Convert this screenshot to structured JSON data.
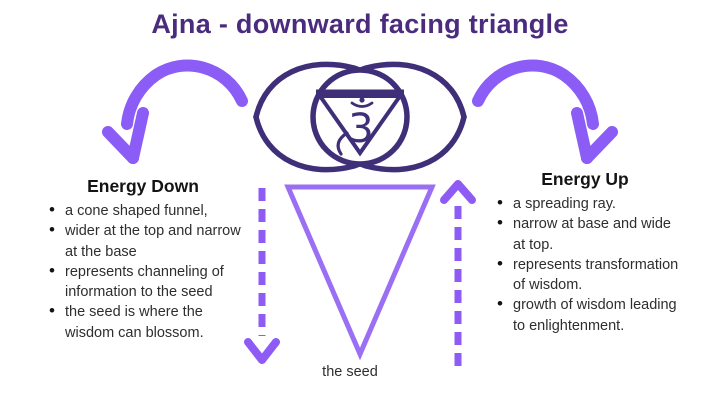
{
  "title": "Ajna - downward facing triangle",
  "colors": {
    "title_purple": "#4b2b7e",
    "symbol_indigo": "#3f2e78",
    "arrow_purple": "#8b5cf6",
    "dashed_purple": "#8e5cf4",
    "triangle_purple": "#9a6ff3",
    "body_text": "#2e2e2e"
  },
  "chakra": {
    "name": "ajna-third-eye-symbol",
    "om_glyph": "3"
  },
  "left_panel": {
    "heading": "Energy Down",
    "bullets": [
      "a cone shaped funnel,",
      "wider at the top and narrow at the base",
      "represents channeling of information to the seed",
      "the seed is where the wisdom can blossom."
    ]
  },
  "right_panel": {
    "heading": "Energy Up",
    "bullets": [
      "a spreading ray.",
      "narrow at base and wide at top.",
      "represents transformation of wisdom.",
      "growth of wisdom leading to enlightenment."
    ]
  },
  "diagram": {
    "seed_label": "the seed"
  }
}
